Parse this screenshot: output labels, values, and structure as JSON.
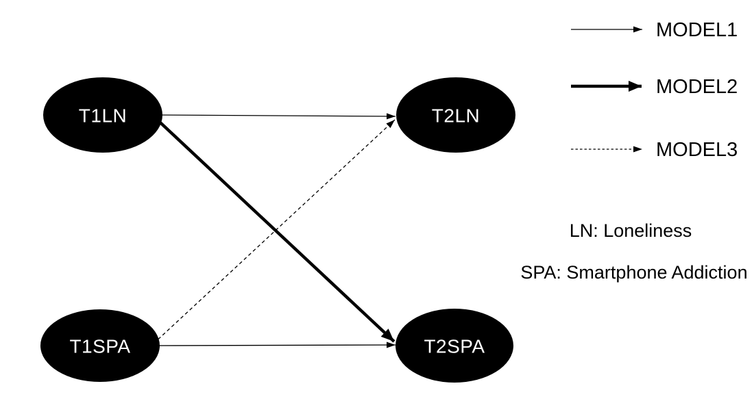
{
  "nodes": [
    {
      "id": "t1ln",
      "label": "T1LN"
    },
    {
      "id": "t2ln",
      "label": "T2LN"
    },
    {
      "id": "t1spa",
      "label": "T1SPA"
    },
    {
      "id": "t2spa",
      "label": "T2SPA"
    }
  ],
  "edges": [
    {
      "from": "T1LN",
      "to": "T2LN",
      "model": "MODEL1",
      "style": "thin-solid"
    },
    {
      "from": "T1SPA",
      "to": "T2SPA",
      "model": "MODEL1",
      "style": "thin-solid"
    },
    {
      "from": "T1LN",
      "to": "T2SPA",
      "model": "MODEL2",
      "style": "thick-solid"
    },
    {
      "from": "T1SPA",
      "to": "T2LN",
      "model": "MODEL3",
      "style": "dashed"
    }
  ],
  "legend": [
    {
      "label": "MODEL1",
      "style": "thin-solid-arrow"
    },
    {
      "label": "MODEL2",
      "style": "thick-solid-arrow"
    },
    {
      "label": "MODEL3",
      "style": "dashed-arrow"
    }
  ],
  "abbreviations": [
    {
      "text": "LN: Loneliness"
    },
    {
      "text": "SPA: Smartphone Addiction"
    }
  ],
  "colors": {
    "background": "#ffffff",
    "node_fill": "#000000",
    "node_text": "#ffffff",
    "line": "#000000",
    "text": "#000000"
  }
}
